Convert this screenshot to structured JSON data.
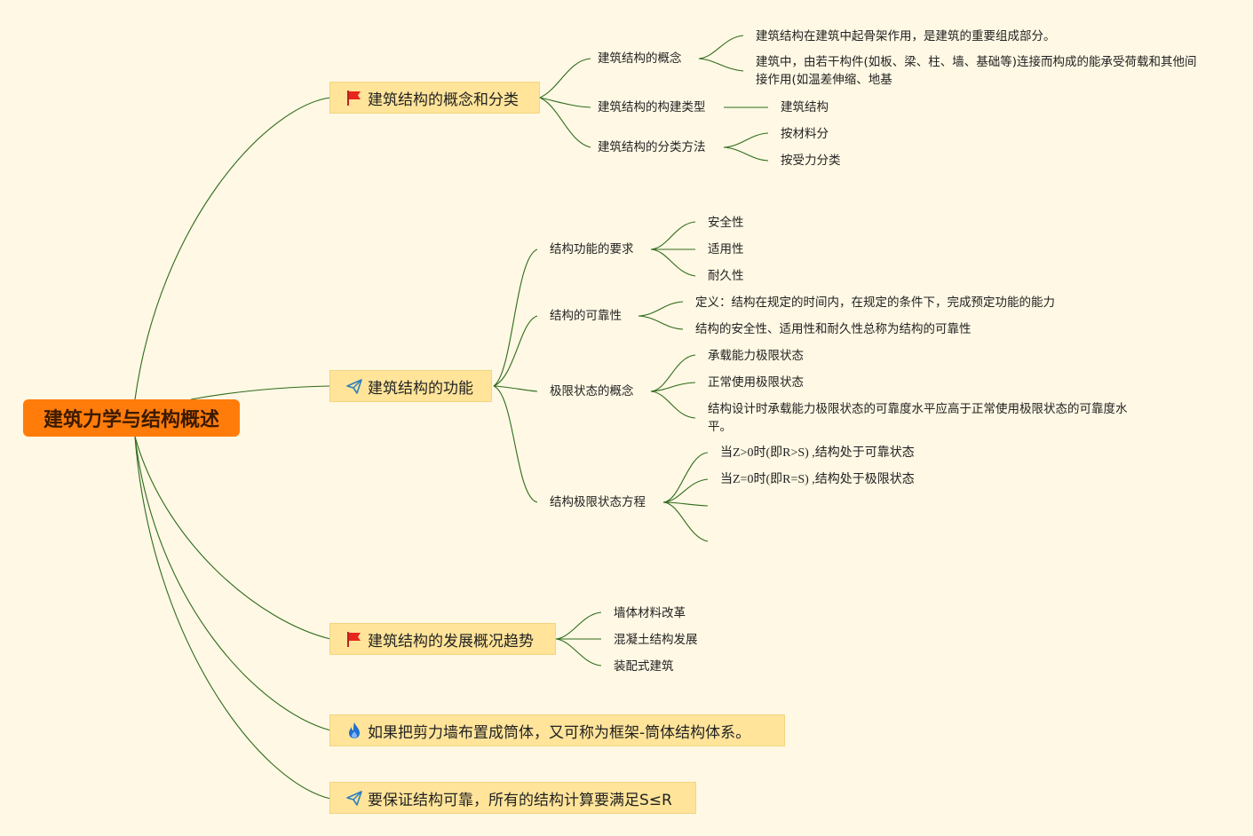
{
  "root": {
    "label": "建筑力学与结构概述"
  },
  "colors": {
    "background": "#fff8e4",
    "root_fill": "#ff7c0a",
    "topic_fill": "#ffe49a",
    "line": "#2e6b1c"
  },
  "topics": [
    {
      "label": "建筑结构的概念和分类",
      "icon": "red-flag-icon",
      "children": [
        {
          "label": "建筑结构的概念",
          "children": [
            "建筑结构在建筑中起骨架作用，是建筑的重要组成部分。",
            "建筑中，由若干构件(如板、梁、柱、墙、基础等)连接而构成的能承受荷载和其他间接作用(如温差伸缩、地基"
          ]
        },
        {
          "label": "建筑结构的构建类型",
          "children": [
            "建筑结构"
          ]
        },
        {
          "label": "建筑结构的分类方法",
          "children": [
            "按材料分",
            "按受力分类"
          ]
        }
      ]
    },
    {
      "label": "建筑结构的功能",
      "icon": "paper-plane-icon",
      "children": [
        {
          "label": "结构功能的要求",
          "children": [
            "安全性",
            "适用性",
            "耐久性"
          ]
        },
        {
          "label": "结构的可靠性",
          "children": [
            "定义：结构在规定的时间内，在规定的条件下，完成预定功能的能力",
            "结构的安全性、适用性和耐久性总称为结构的可靠性"
          ]
        },
        {
          "label": "极限状态的概念",
          "children": [
            "承载能力极限状态",
            "正常使用极限状态",
            "结构设计时承载能力极限状态的可靠度水平应高于正常使用极限状态的可靠度水平。"
          ]
        },
        {
          "label": "结构极限状态方程",
          "children": [
            "当Z>0时(即R>S) ,结构处于可靠状态",
            "当Z=0时(即R=S) ,结构处于极限状态",
            "",
            ""
          ]
        }
      ]
    },
    {
      "label": "建筑结构的发展概况趋势",
      "icon": "red-flag-icon",
      "children": [
        "墙体材料改革",
        "混凝土结构发展",
        "装配式建筑"
      ]
    },
    {
      "label": "如果把剪力墙布置成筒体，又可称为框架-筒体结构体系。",
      "icon": "fire-icon",
      "children": []
    },
    {
      "label": "要保证结构可靠，所有的结构计算要满足S≤R",
      "icon": "paper-plane-icon",
      "children": []
    }
  ]
}
